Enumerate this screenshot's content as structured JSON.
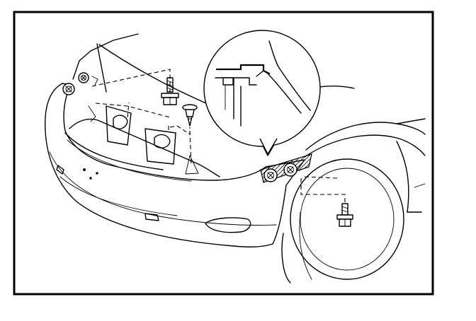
{
  "figure": {
    "border_color": "#000000",
    "background": "#ffffff",
    "line_color": "#000000"
  },
  "parts": [
    {
      "name": "front-bumper",
      "icon": "bumper-shape"
    },
    {
      "name": "fender",
      "icon": "fender-shape"
    },
    {
      "name": "wheel",
      "icon": "wheel-shape"
    },
    {
      "name": "bolt",
      "icon": "bolt-icon"
    },
    {
      "name": "push-clip",
      "icon": "clip-icon"
    },
    {
      "name": "screw",
      "icon": "screw-icon"
    },
    {
      "name": "detail-callout",
      "icon": "magnifier-circle"
    }
  ]
}
